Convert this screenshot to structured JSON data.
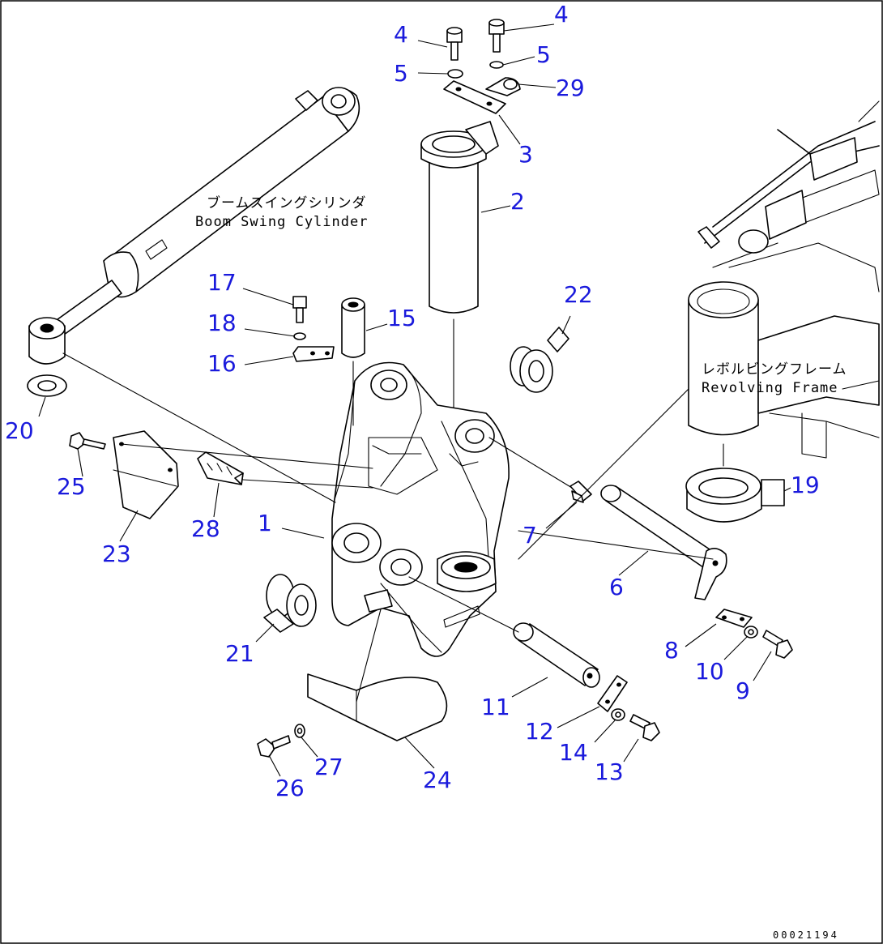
{
  "labels": {
    "cylinder_jp": "ブームスイングシリンダ",
    "cylinder_en": "Boom Swing Cylinder",
    "frame_jp": "レボルビングフレーム",
    "frame_en": "Revolving Frame"
  },
  "drawing_code": "00021194",
  "callouts": [
    "1",
    "2",
    "3",
    "4",
    "4",
    "5",
    "5",
    "6",
    "7",
    "8",
    "9",
    "10",
    "11",
    "12",
    "13",
    "14",
    "15",
    "16",
    "17",
    "18",
    "19",
    "20",
    "21",
    "22",
    "23",
    "24",
    "25",
    "26",
    "27",
    "28",
    "29"
  ],
  "colors": {
    "callout": "#1a1adc",
    "line": "#000000",
    "background": "#ffffff"
  }
}
